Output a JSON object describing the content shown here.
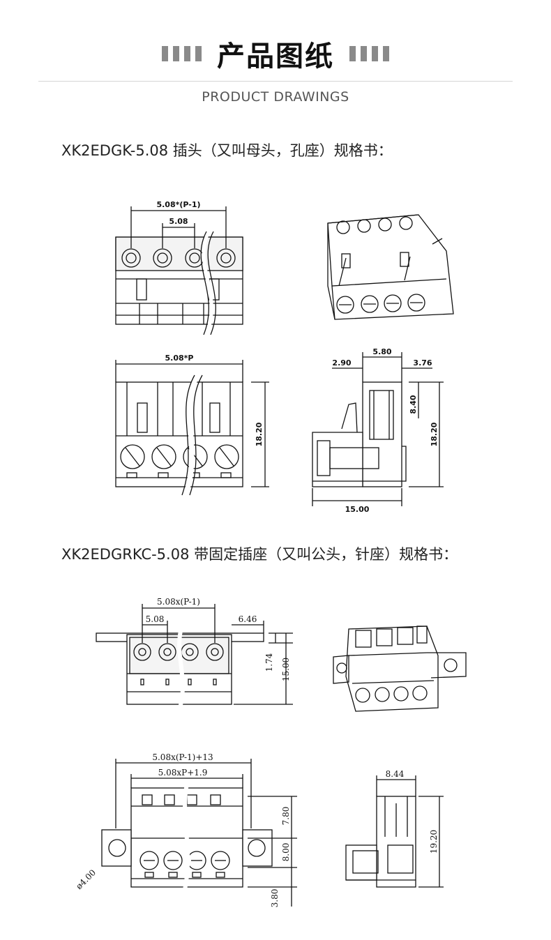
{
  "header": {
    "title": "产品图纸",
    "subtitle": "PRODUCT DRAWINGS"
  },
  "section1": {
    "title": "XK2EDGK-5.08 插头（又叫母头，孔座）规格书：",
    "dims": {
      "pitch_total": "5.08*(P-1)",
      "pitch": "5.08",
      "pitch_p": "5.08*P",
      "height": "18.20",
      "a": "2.90",
      "b": "5.80",
      "c": "3.76",
      "d": "8.40",
      "side_height": "18.20",
      "depth": "15.00"
    }
  },
  "section2": {
    "title": "XK2EDGRKC-5.08 带固定插座（又叫公头，针座）规格书：",
    "dims": {
      "pitch_total": "5.08x(P-1)",
      "pitch": "5.08",
      "flange": "6.46",
      "h1": "1.74",
      "h2": "15.00",
      "total_width": "5.08x(P-1)+13",
      "body_width": "5.08xP+1.9",
      "v1": "7.80",
      "v2": "8.00",
      "v3": "3.80",
      "hole": "ø4.00",
      "side_width": "8.44",
      "side_height": "19.20"
    }
  }
}
